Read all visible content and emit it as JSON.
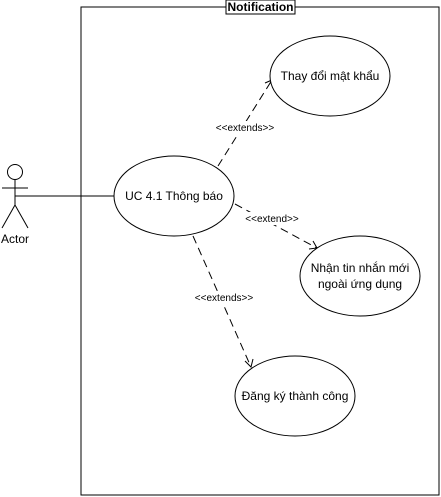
{
  "system": {
    "title": "Notification"
  },
  "actor": {
    "label": "Actor"
  },
  "use_cases": {
    "main": "UC 4.1 Thông báo",
    "change_password": "Thay đổi mật khẩu",
    "receive_line1": "Nhận tin nhắn mới",
    "receive_line2": "ngoài ứng dụng",
    "register_success": "Đăng ký thành công"
  },
  "relations": {
    "extends_1": "<<extends>>",
    "extend_2": "<<extend>>",
    "extends_3": "<<extends>>"
  }
}
